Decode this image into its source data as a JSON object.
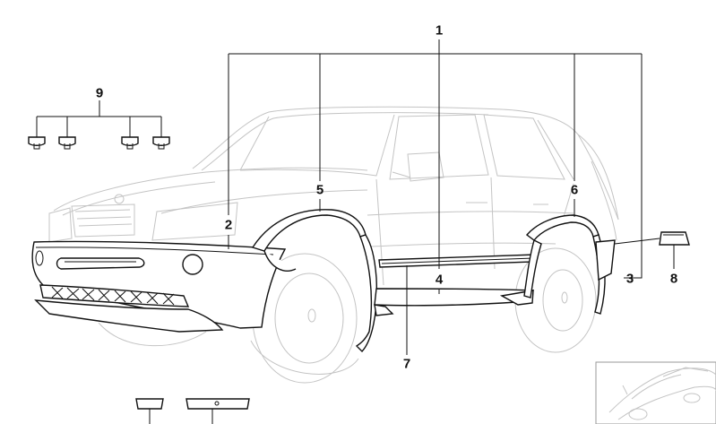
{
  "callouts": {
    "c1": "1",
    "c2": "2",
    "c3": "3",
    "c4": "4",
    "c5": "5",
    "c6": "6",
    "c7": "7",
    "c8": "8",
    "c9": "9"
  },
  "colors": {
    "ink": "#111111",
    "ghost": "#c4c4c4",
    "background": "#ffffff"
  },
  "icons": {
    "thumbnail": "car-thumbnail-icon",
    "clip": "clip-icon"
  }
}
